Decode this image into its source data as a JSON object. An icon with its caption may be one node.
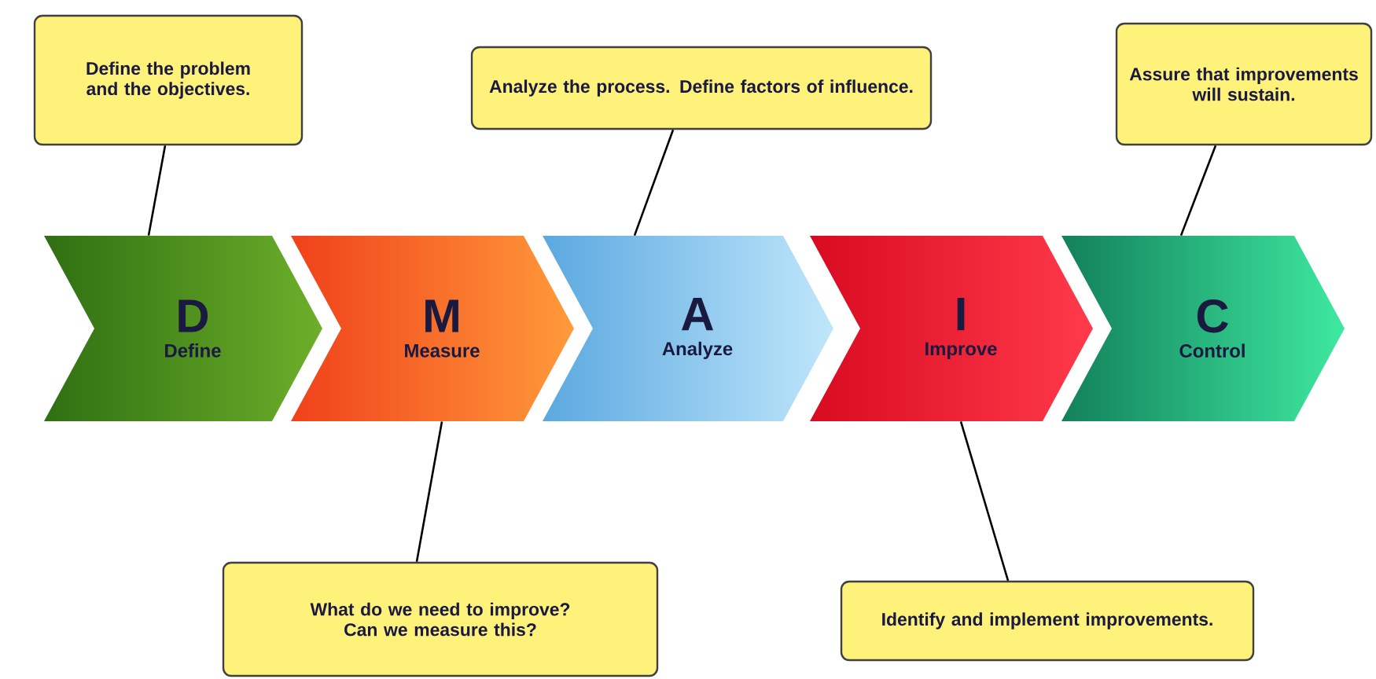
{
  "diagram": {
    "nodes": [
      {
        "text": [
          "Define the problem and the objectives."
        ]
      },
      {
        "text": [
          "Analyze the process. Define factors of influence."
        ]
      },
      {
        "text": [
          "Assure that improvements will sustain."
        ]
      },
      {
        "text": [
          "D",
          "Define"
        ]
      },
      {
        "text": [
          "M",
          "Measure"
        ]
      },
      {
        "text": [
          "A",
          "Analyze"
        ]
      },
      {
        "text": [
          "I",
          "Improve"
        ]
      },
      {
        "text": [
          "C",
          "Control"
        ]
      },
      {
        "text": [
          "What do we need to improve? Can we measure this?"
        ]
      },
      {
        "text": [
          "Identify and implement improvements."
        ]
      }
    ],
    "edges": [
      {
        "from": 0,
        "to": 3,
        "arrow": "none"
      },
      {
        "from": 1,
        "to": 5,
        "arrow": "none"
      },
      {
        "from": 2,
        "to": 7,
        "arrow": "none"
      },
      {
        "from": 4,
        "to": 8,
        "arrow": "none"
      },
      {
        "from": 6,
        "to": 9,
        "arrow": "none"
      }
    ]
  }
}
